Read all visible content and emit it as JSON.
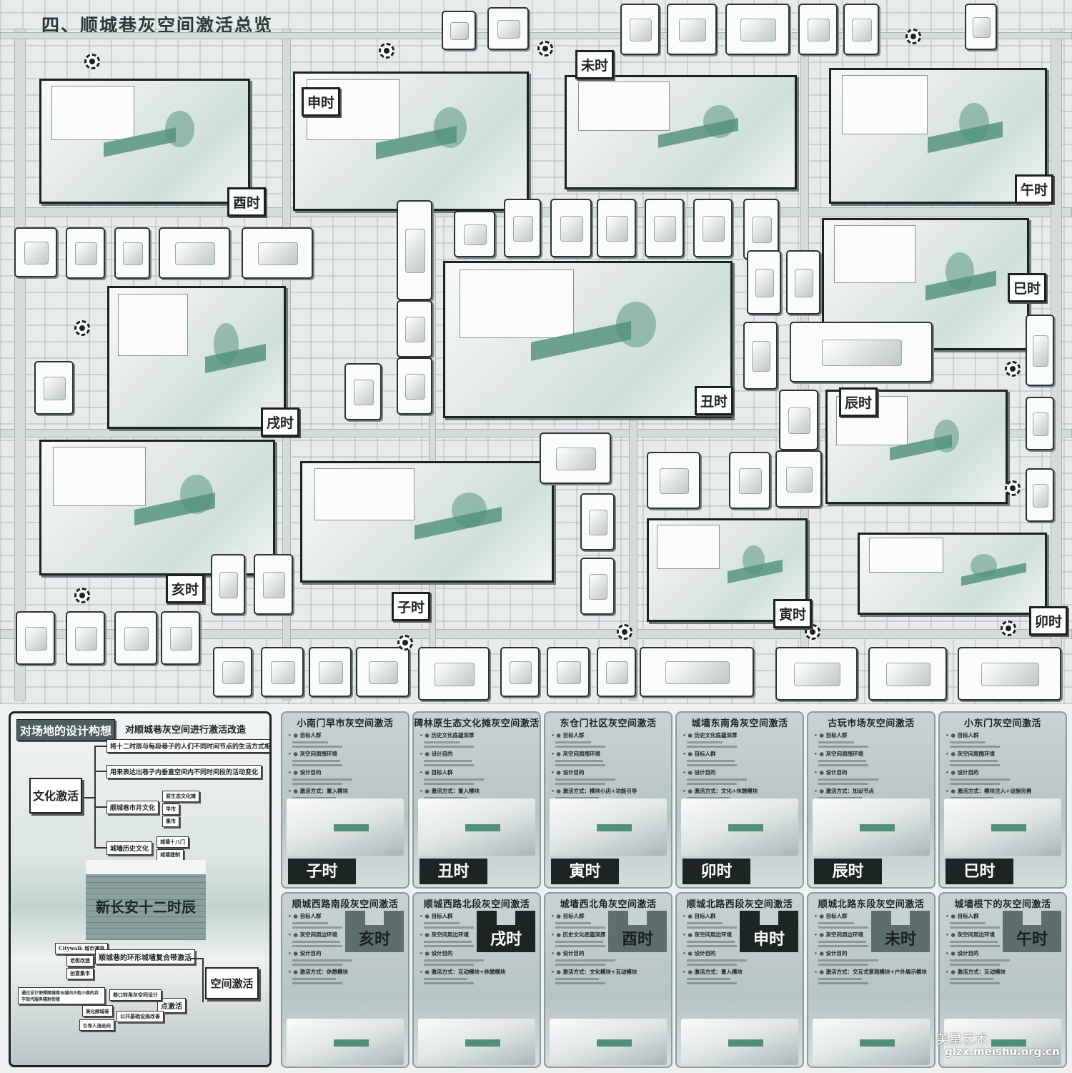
{
  "title": "四、顺城巷灰空间激活总览",
  "scenes": [
    {
      "id": "you",
      "label": "酉时"
    },
    {
      "id": "shen",
      "label": "申时"
    },
    {
      "id": "wei",
      "label": "未时"
    },
    {
      "id": "wu",
      "label": "午时"
    },
    {
      "id": "si",
      "label": "巳时"
    },
    {
      "id": "xu",
      "label": "戌时"
    },
    {
      "id": "chou",
      "label": "丑时"
    },
    {
      "id": "chen",
      "label": "辰时"
    },
    {
      "id": "hai",
      "label": "亥时"
    },
    {
      "id": "zi",
      "label": "子时"
    },
    {
      "id": "yin",
      "label": "寅时"
    },
    {
      "id": "mao",
      "label": "卯时"
    }
  ],
  "concept": {
    "header": "对场地的设计构想",
    "subheader": "对顺城巷灰空间进行激活改造",
    "culture": "文化激活",
    "culture_items": [
      "将十二时辰与每段巷子的人们不同时间节点的生活方式相结合",
      "用来表达出巷子内垂直空间内不同时间段的活动变化",
      "顺城巷市井文化",
      "城墙历史文化"
    ],
    "market_items": [
      "原生态文化摊",
      "早市",
      "集市"
    ],
    "wall_items": [
      "城墙十八门",
      "城墙建制"
    ],
    "center": "新长安十二时辰",
    "ring": "顺城巷的环形城墙复合带激活",
    "ring_items": [
      "Citywalk 城市漫游",
      "老街改造",
      "创意集市"
    ],
    "space": "空间激活",
    "point": "点激活",
    "point_items": [
      "巷口转角灰空间设计",
      "公共基础设施改善"
    ],
    "point_notes": [
      "通过设计使得顺城巷与城内大街小巷的井字现代服务辐射衔接",
      "美化顺城巷",
      "引导人流走向"
    ]
  },
  "cards_top": [
    {
      "title": "小南门早市灰空间激活",
      "time": "子时",
      "sections": [
        "目标人群",
        "灰空间周围环境",
        "设计目的",
        "激活方式：置入模块"
      ]
    },
    {
      "title": "碑林原生态文化摊灰空间激活",
      "time": "丑时",
      "sections": [
        "历史文化底蕴深厚",
        "设计目的",
        "目标人群",
        "激活方式：置入模块"
      ]
    },
    {
      "title": "东仓门社区灰空间激活",
      "time": "寅时",
      "sections": [
        "目标人群",
        "灰空间周围环境",
        "设计目的",
        "激活方式：模块小店+功能引导"
      ]
    },
    {
      "title": "城墙东南角灰空间激活",
      "time": "卯时",
      "sections": [
        "历史文化底蕴深厚",
        "目标人群",
        "设计目的",
        "激活方式：文化+休憩模块"
      ]
    },
    {
      "title": "古玩市场灰空间激活",
      "time": "辰时",
      "sections": [
        "目标人群",
        "灰空间周围环境",
        "设计目的",
        "激活方式：加设节点"
      ]
    },
    {
      "title": "小东门灰空间激活",
      "time": "巳时",
      "sections": [
        "目标人群",
        "灰空间周围环境",
        "设计目的",
        "激活方式：模块注入+设施完善"
      ]
    }
  ],
  "cards_bottom": [
    {
      "title": "顺城西路南段灰空间激活",
      "time": "亥时",
      "dark": false,
      "sections": [
        "目标人群",
        "灰空间周边环境",
        "设计目的",
        "激活方式：休憩模块"
      ]
    },
    {
      "title": "顺城西路北段灰空间激活",
      "time": "戌时",
      "dark": true,
      "sections": [
        "目标人群",
        "灰空间周边环境",
        "设计目的",
        "激活方式：互动模块+休憩模块"
      ]
    },
    {
      "title": "城墙西北角灰空间激活",
      "time": "酉时",
      "dark": false,
      "sections": [
        "目标人群",
        "历史文化底蕴深厚",
        "设计目的",
        "激活方式：文化模块+互动模块"
      ]
    },
    {
      "title": "顺城北路西段灰空间激活",
      "time": "申时",
      "dark": true,
      "sections": [
        "目标人群",
        "灰空间周边环境",
        "设计目的",
        "激活方式：置入模块"
      ]
    },
    {
      "title": "顺城北路东段灰空间激活",
      "time": "未时",
      "dark": false,
      "sections": [
        "目标人群",
        "灰空间周边环境",
        "设计目的",
        "激活方式：交互式景观模块+户外展示模块"
      ]
    },
    {
      "title": "城墙根下的灰空间激活",
      "time": "午时",
      "dark": false,
      "sections": [
        "目标人群",
        "灰空间周边环境",
        "设计目的",
        "激活方式：互动模块"
      ]
    }
  ],
  "watermark": {
    "text": "美星艺术",
    "url": "glzx.meishu.org.cn"
  },
  "colors": {
    "accent_green": "#4f8f7c",
    "dark": "#1c2424",
    "card_bg": "#b7c4c4"
  }
}
